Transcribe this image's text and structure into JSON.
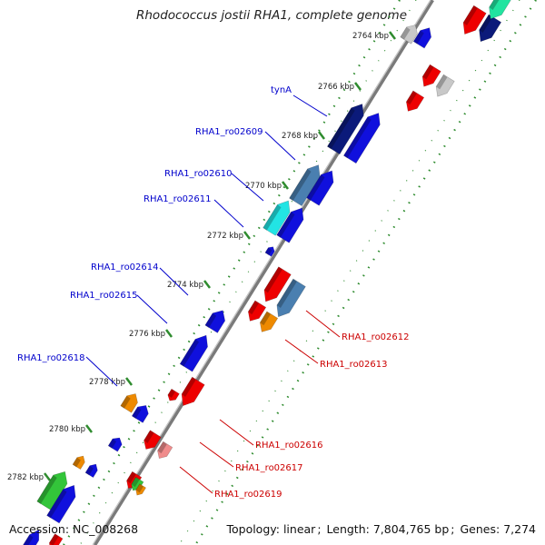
{
  "title": "Rhodococcus jostii RHA1, complete genome",
  "footer": {
    "accession_label": "Accession:",
    "accession": "NC_008268",
    "topology_label": "Topology:",
    "topology": "linear",
    "length_label": "Length:",
    "length": "7,804,765 bp",
    "genes_label": "Genes:",
    "genes": "7,274"
  },
  "scale_ticks": [
    {
      "kbp": 2764,
      "label": "2764 kbp"
    },
    {
      "kbp": 2766,
      "label": "2766 kbp"
    },
    {
      "kbp": 2768,
      "label": "2768 kbp"
    },
    {
      "kbp": 2770,
      "label": "2770 kbp"
    },
    {
      "kbp": 2772,
      "label": "2772 kbp"
    },
    {
      "kbp": 2774,
      "label": "2774 kbp"
    },
    {
      "kbp": 2776,
      "label": "2776 kbp"
    },
    {
      "kbp": 2778,
      "label": "2778 kbp"
    },
    {
      "kbp": 2780,
      "label": "2780 kbp"
    },
    {
      "kbp": 2782,
      "label": "2782 kbp"
    }
  ],
  "gene_labels": [
    {
      "text": "tynA",
      "strand": "forward"
    },
    {
      "text": "RHA1_ro02609",
      "strand": "forward"
    },
    {
      "text": "RHA1_ro02610",
      "strand": "forward"
    },
    {
      "text": "RHA1_ro02611",
      "strand": "forward"
    },
    {
      "text": "RHA1_ro02614",
      "strand": "forward"
    },
    {
      "text": "RHA1_ro02615",
      "strand": "forward"
    },
    {
      "text": "RHA1_ro02618",
      "strand": "forward"
    },
    {
      "text": "RHA1_ro02612",
      "strand": "reverse"
    },
    {
      "text": "RHA1_ro02613",
      "strand": "reverse"
    },
    {
      "text": "RHA1_ro02616",
      "strand": "reverse"
    },
    {
      "text": "RHA1_ro02617",
      "strand": "reverse"
    },
    {
      "text": "RHA1_ro02619",
      "strand": "reverse"
    }
  ],
  "colors": {
    "forward_label": "#0000cc",
    "reverse_label": "#cc0000",
    "backbone": "#8a8a8a",
    "dots": "#2e8b2e"
  }
}
